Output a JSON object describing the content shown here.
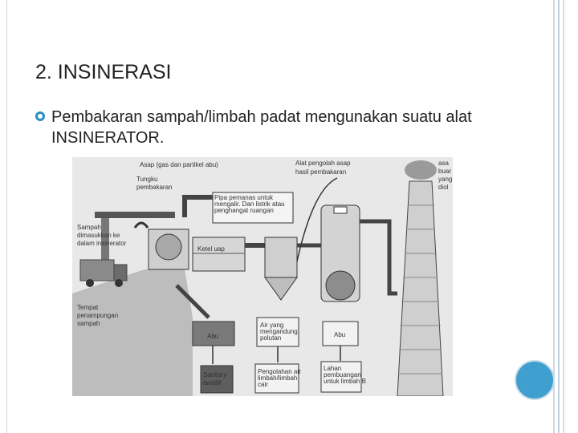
{
  "slide": {
    "title": "2. INSINERASI",
    "bullet": "Pembakaran sampah/limbah padat mengunakan suatu alat INSINERATOR."
  },
  "diagram": {
    "labels": {
      "asap": "Asap (gas dan partikel abu)",
      "alat": "Alat pengolah asap",
      "alat2": "hasil pembakaran",
      "tungku": "Tungku",
      "tungku2": "pembakaran",
      "pipa1": "Pipa pemanas untuk",
      "pipa2": "mengalir. Dan listrik atau",
      "pipa3": "penghangat ruangan",
      "sampah1": "Sampah",
      "sampah2": "dimasukkan ke",
      "sampah3": "dalam insinerator",
      "ketel": "Ketel uap",
      "tempat1": "Tempat",
      "tempat2": "penampungan",
      "tempat3": "sampah",
      "abu": "Abu",
      "air1": "Air yang",
      "air2": "mengandung",
      "air3": "polutan",
      "sanitary1": "Sanitary",
      "sanitary2": "landfill",
      "pengolahan1": "Pengolahan air",
      "pengolahan2": "limbah/limbah",
      "pengolahan3": "cair",
      "lahan1": "Lahan",
      "lahan2": "pembuangan",
      "lahan3": "untuk limbah B",
      "side1": "asa",
      "side2": "buar",
      "side3": "yang",
      "side4": "diol"
    }
  }
}
